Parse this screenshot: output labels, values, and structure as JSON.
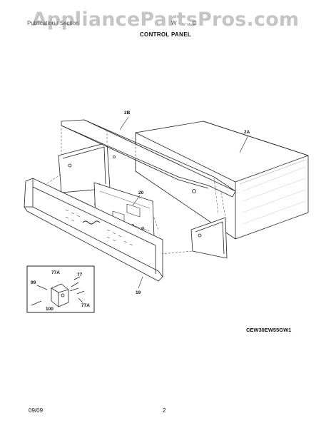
{
  "watermark": "AppliancePartsPros.com",
  "header": {
    "publication": "Publication / Section",
    "model_ref": "W · · · · C",
    "title": "CONTROL PANEL"
  },
  "callouts": {
    "c2B": "2B",
    "c2A": "2A",
    "c20": "20",
    "c19": "19",
    "c77A_top": "77A",
    "c77": "77",
    "c99": "99",
    "c100": "100",
    "c77A_bottom": "77A"
  },
  "model_code": "CEW30EW55GW1",
  "footer": {
    "date": "09/09",
    "page": "2"
  }
}
